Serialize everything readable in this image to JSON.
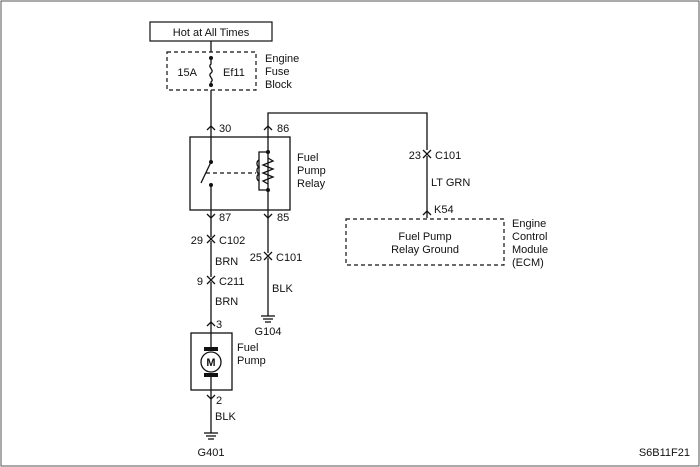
{
  "power_source": "Hot at All Times",
  "fuse": {
    "rating": "15A",
    "id": "Ef11",
    "block_lines": [
      "Engine",
      "Fuse",
      "Block"
    ]
  },
  "relay": {
    "label_lines": [
      "Fuel",
      "Pump",
      "Relay"
    ],
    "pins": {
      "p30": "30",
      "p86": "86",
      "p87": "87",
      "p85": "85"
    }
  },
  "connectors": {
    "c102": {
      "pin": "29",
      "name": "C102"
    },
    "c211": {
      "pin": "9",
      "name": "C211"
    },
    "c101_pump": {
      "pin": "25",
      "name": "C101"
    },
    "c101_ecm": {
      "pin": "23",
      "name": "C101"
    },
    "pump_top": "3",
    "pump_bottom": "2",
    "ecm_pin": "K54"
  },
  "wires": {
    "brn_1": "BRN",
    "brn_2": "BRN",
    "blk_relay": "BLK",
    "blk_pump": "BLK",
    "lt_grn": "LT GRN"
  },
  "grounds": {
    "g104": "G104",
    "g401": "G401"
  },
  "pump": {
    "symbol": "M",
    "label_lines": [
      "Fuel",
      "Pump"
    ]
  },
  "ecm": {
    "inner_lines": [
      "Fuel Pump",
      "Relay Ground"
    ],
    "label_lines": [
      "Engine",
      "Control",
      "Module",
      "(ECM)"
    ]
  },
  "figure_id": "S6B11F21"
}
